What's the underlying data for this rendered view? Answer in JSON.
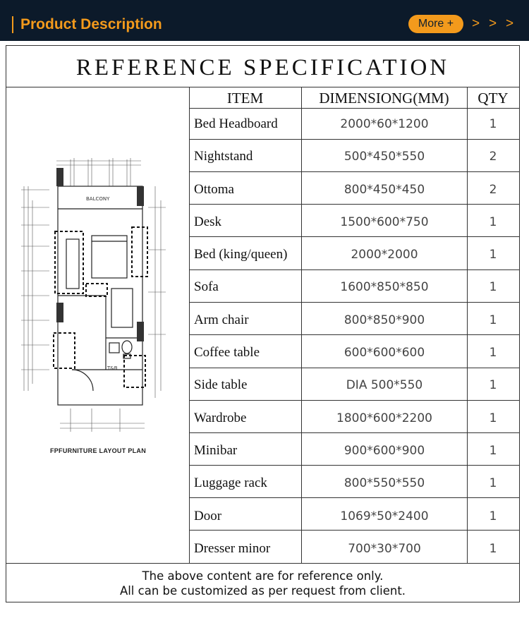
{
  "header": {
    "title": "Product Description",
    "more_label": "More +",
    "chevrons": [
      ">",
      ">",
      ">"
    ]
  },
  "spec": {
    "title": "REFERENCE SPECIFICATION",
    "columns": [
      "ITEM",
      "DIMENSIONG(MM)",
      "QTY"
    ],
    "rows": [
      {
        "item": "Bed Headboard",
        "dim": "2000*60*1200",
        "qty": "1"
      },
      {
        "item": "Nightstand",
        "dim": "500*450*550",
        "qty": "2"
      },
      {
        "item": "Ottoma",
        "dim": "800*450*450",
        "qty": "2"
      },
      {
        "item": "Desk",
        "dim": "1500*600*750",
        "qty": "1"
      },
      {
        "item": "Bed (king/queen)",
        "dim": "2000*2000",
        "qty": "1"
      },
      {
        "item": "Sofa",
        "dim": "1600*850*850",
        "qty": "1"
      },
      {
        "item": "Arm chair",
        "dim": "800*850*900",
        "qty": "1"
      },
      {
        "item": "Coffee table",
        "dim": "600*600*600",
        "qty": "1"
      },
      {
        "item": "Side table",
        "dim": "DIA 500*550",
        "qty": "1"
      },
      {
        "item": "Wardrobe",
        "dim": "1800*600*2200",
        "qty": "1"
      },
      {
        "item": "Minibar",
        "dim": "900*600*900",
        "qty": "1"
      },
      {
        "item": "Luggage rack",
        "dim": "800*550*550",
        "qty": "1"
      },
      {
        "item": "Door",
        "dim": "1069*50*2400",
        "qty": "1"
      },
      {
        "item": "Dresser minor",
        "dim": "700*30*700",
        "qty": "1"
      }
    ]
  },
  "plan": {
    "caption": "FPFURNITURE LAYOUT PLAN",
    "balcony_label": "BALCONY",
    "bath_label": "T&B"
  },
  "footer": {
    "line1": "The above content are for reference only.",
    "line2": "All can be customized as per request from client."
  },
  "colors": {
    "header_bg": "#0c1a2a",
    "accent": "#f39a1c"
  }
}
